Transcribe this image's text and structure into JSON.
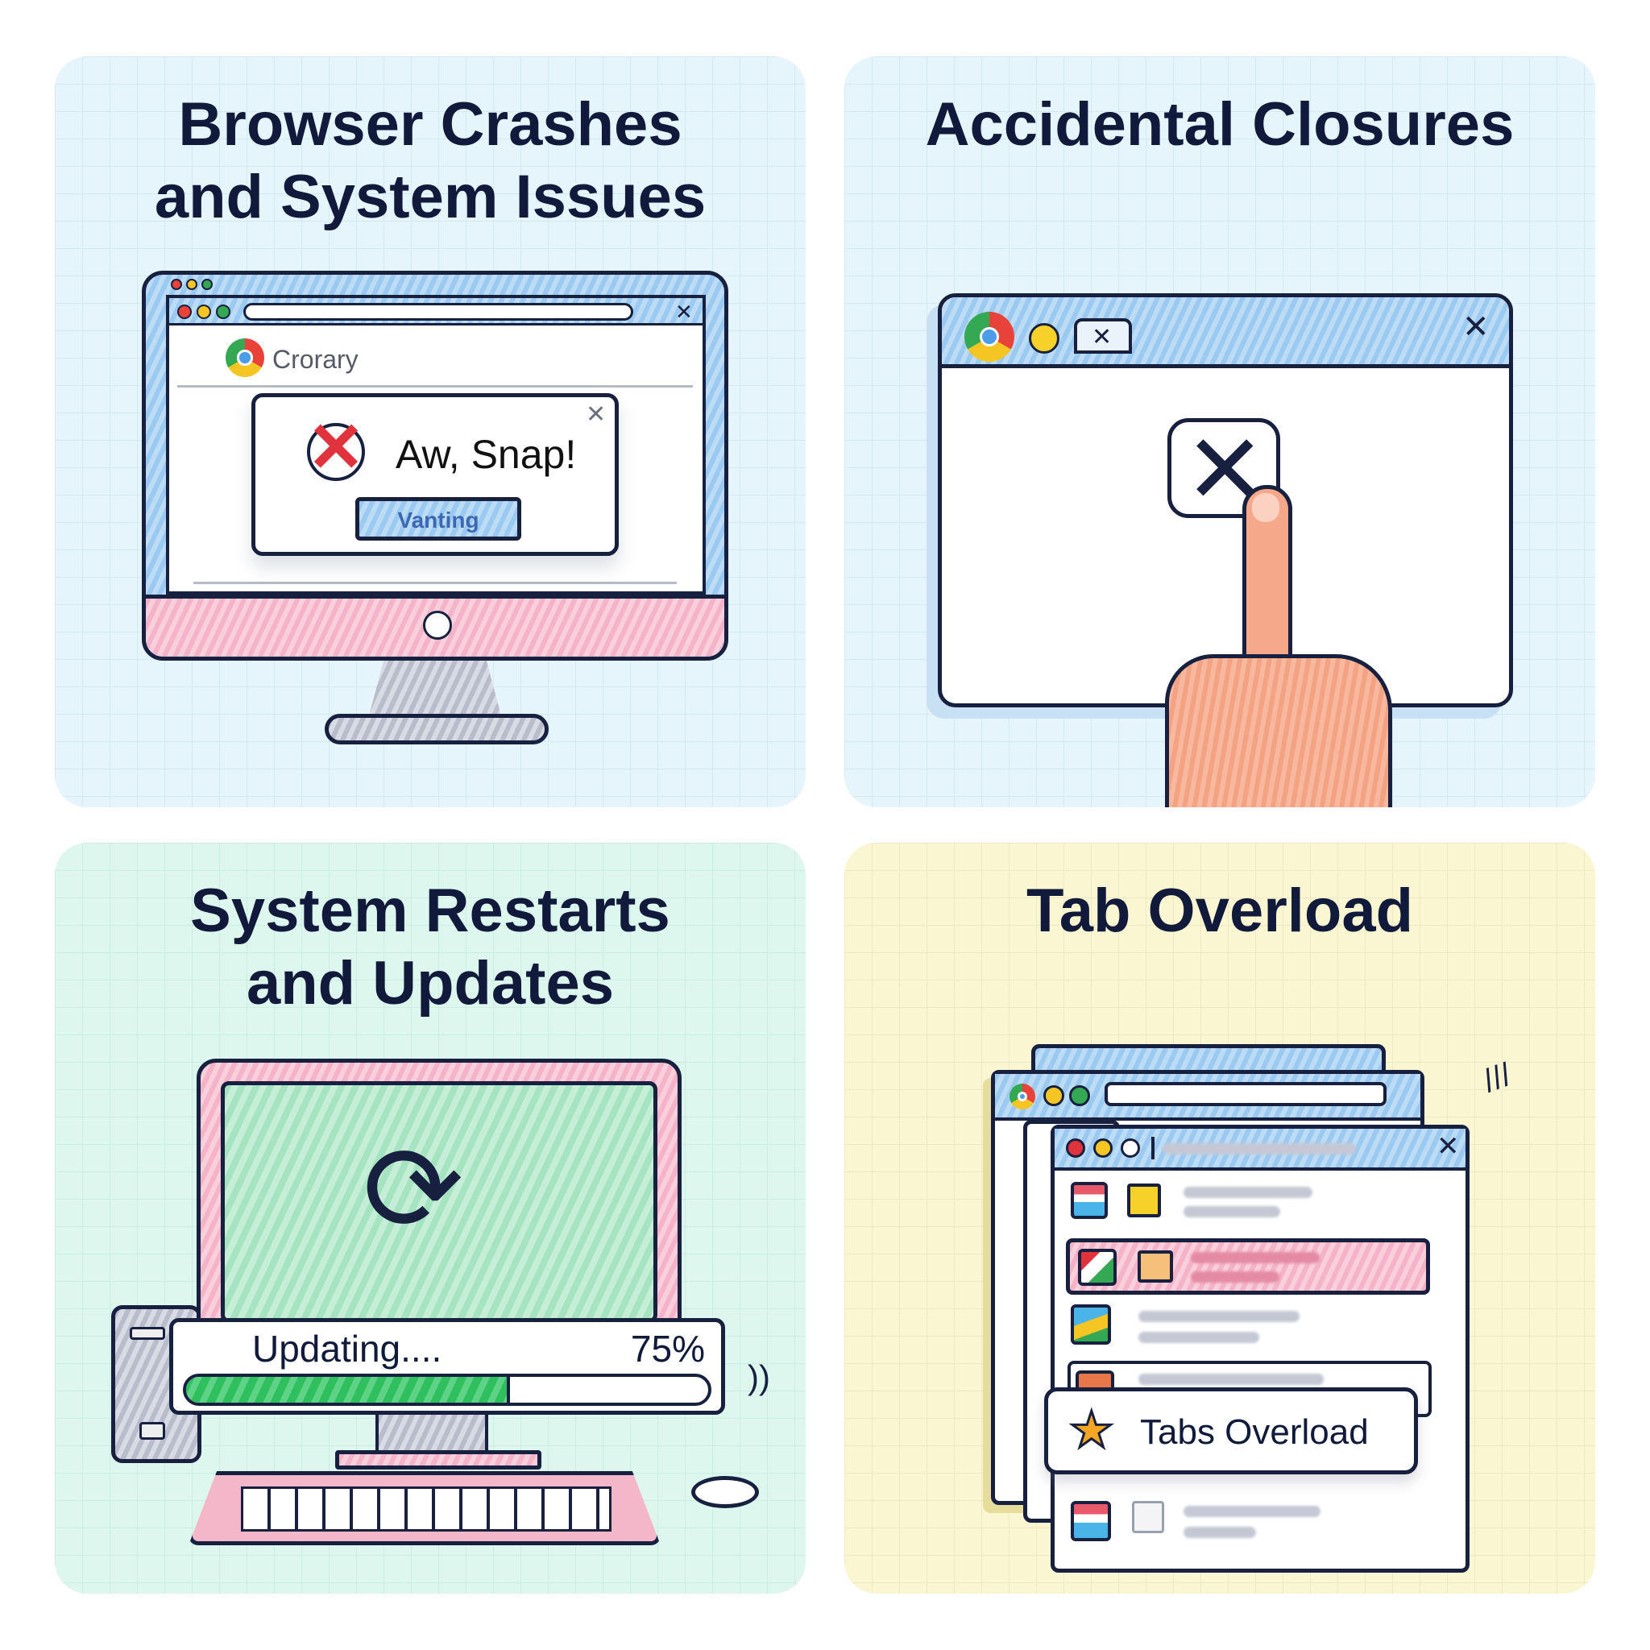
{
  "panels": [
    {
      "title_line1": "Browser Crashes",
      "title_line2": "and System Issues",
      "theme_color": "#e6f4fb",
      "browser": {
        "brand_text": "Crorary",
        "dialog": {
          "heading": "Aw, Snap!",
          "button_label": "Vanting",
          "close_icon": "close-icon",
          "error_icon": "crossed-out-sad-face-icon"
        }
      }
    },
    {
      "title_line1": "Accidental Closures",
      "theme_color": "#e6f4fb",
      "browser": {
        "tab_close_icon": "close-icon",
        "window_close_icon": "close-icon",
        "center_close_button_icon": "close-icon",
        "hand_icon": "pointing-hand-icon"
      }
    },
    {
      "title_line1": "System Restarts",
      "title_line2": "and Updates",
      "theme_color": "#ddf7ee",
      "update": {
        "status_text": "Updating....",
        "percent_text": "75%",
        "progress_percent": 75,
        "progress_color": "#2fbf5e",
        "icon": "refresh-arrows-icon"
      }
    },
    {
      "title_line1": "Tab Overload",
      "theme_color": "#fbf6d2",
      "browser": {
        "toast_label": "Tabs Overload",
        "toast_icon": "star-icon",
        "highlight_row_color": "#f6bccd"
      }
    }
  ]
}
